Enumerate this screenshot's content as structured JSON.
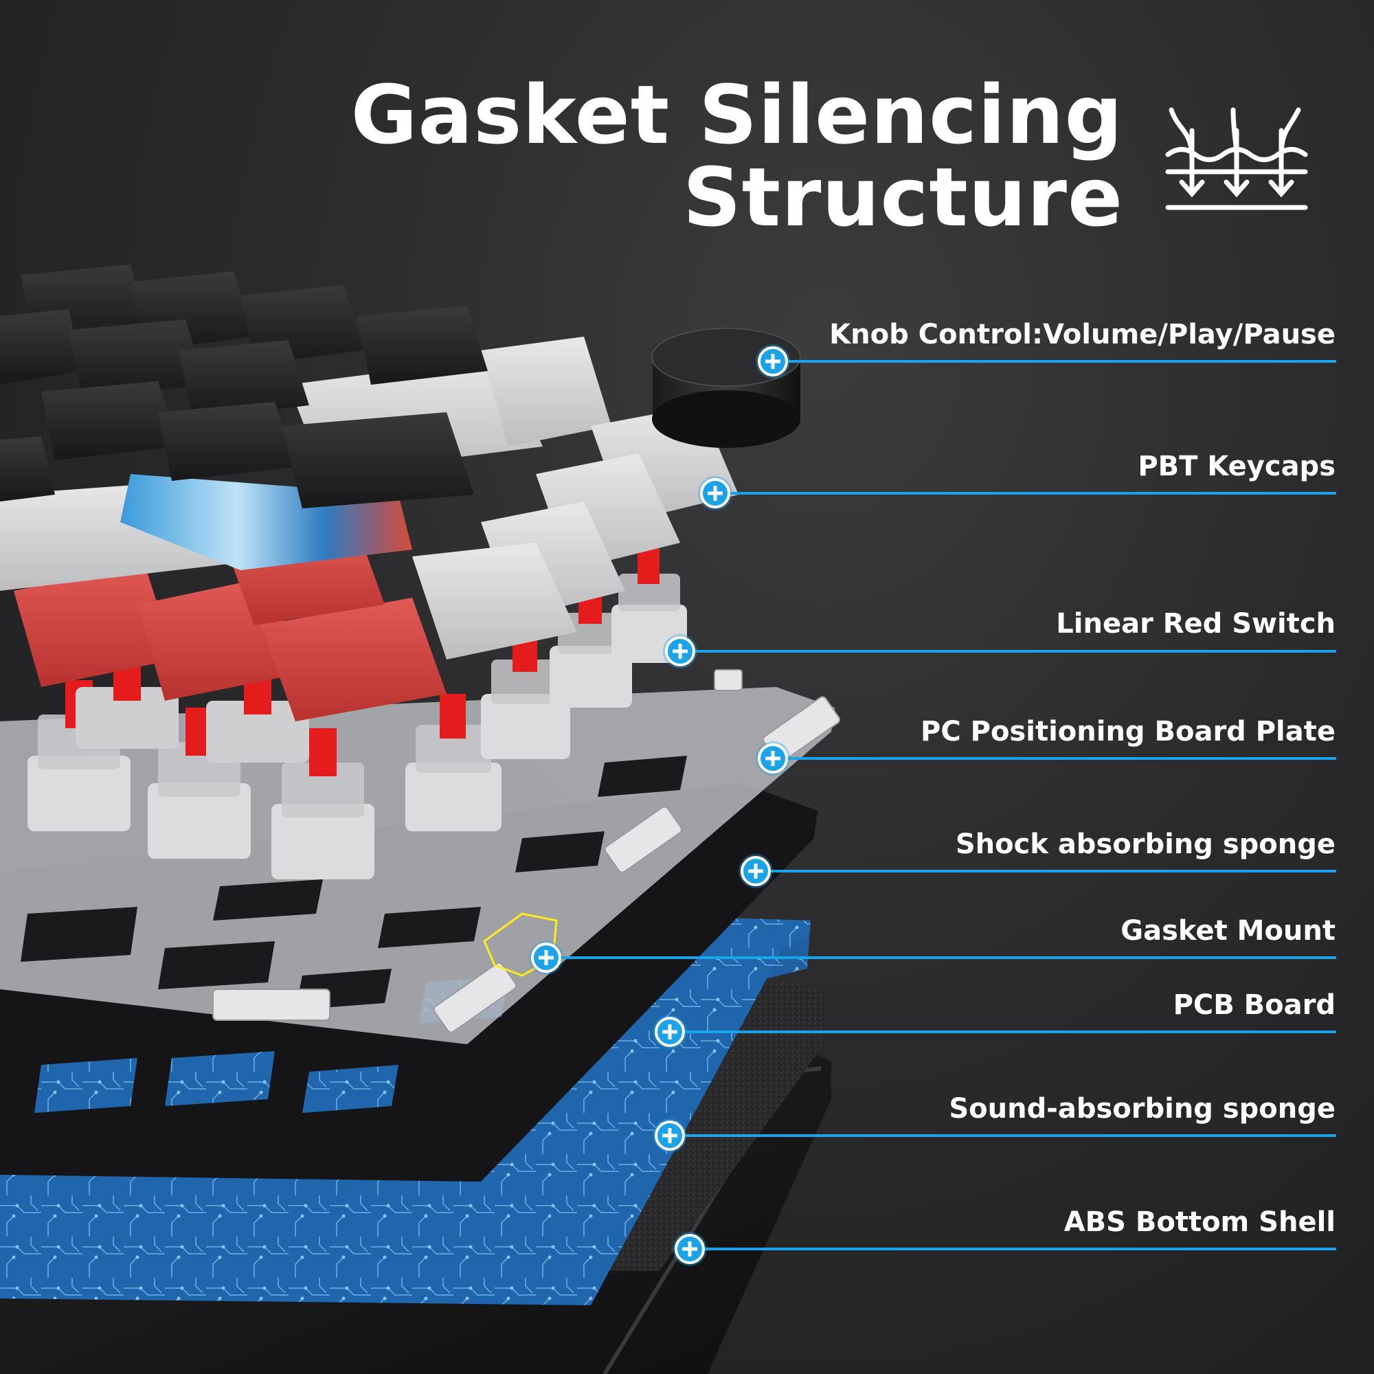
{
  "title": {
    "line1": "Gasket Silencing",
    "line2": "Structure"
  },
  "title_icon": "gasket-silencing-icon",
  "accent_color": "#1aa3e8",
  "callouts": [
    {
      "label": "Knob Control:Volume/Play/Pause",
      "icon": "plus-icon"
    },
    {
      "label": "PBT Keycaps",
      "icon": "plus-icon"
    },
    {
      "label": "Linear Red Switch",
      "icon": "plus-icon"
    },
    {
      "label": "PC Positioning Board Plate",
      "icon": "plus-icon"
    },
    {
      "label": "Shock absorbing sponge",
      "icon": "plus-icon"
    },
    {
      "label": "Gasket Mount",
      "icon": "plus-icon"
    },
    {
      "label": "PCB Board",
      "icon": "plus-icon"
    },
    {
      "label": "Sound-absorbing sponge",
      "icon": "plus-icon"
    },
    {
      "label": "ABS Bottom Shell",
      "icon": "plus-icon"
    }
  ]
}
